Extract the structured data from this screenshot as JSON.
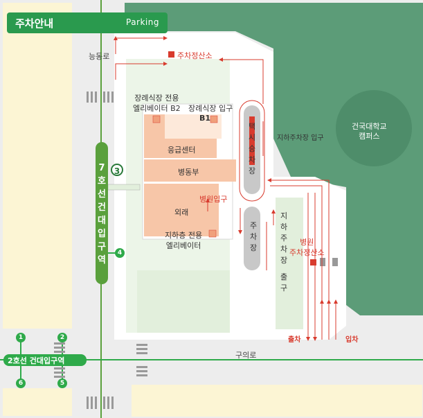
{
  "header": {
    "title": "주차안내",
    "subtitle": "Parking"
  },
  "roads": {
    "north": "능동로",
    "south": "구의로"
  },
  "subway": {
    "line7_station": "7호선 건대입구역",
    "line7_exit_big": "3",
    "line7_exit_small": "4",
    "line2_station": "2호선 건대입구역",
    "line2_exits": [
      "1",
      "2",
      "6",
      "5"
    ]
  },
  "campus": "건국대학교\n캠퍼스",
  "buildings": {
    "emergency": "응급센터",
    "ward": "병동부",
    "outpatient": "외래",
    "funeral_elevator": "장례식장 전용\n엘리베이터 B2",
    "funeral_entrance": "장례식장 입구",
    "b1": "B1",
    "basement_elevator": "지하층 전용\n엘리베이터"
  },
  "labels": {
    "parking_office_top": "주차정산소",
    "hospital_entrance": "병원입구",
    "taxi_stand": "택시승차장",
    "underground_entrance": "지하주차장 입구",
    "parking_lot": "주차장",
    "underground_exit": "지하주차장",
    "exit_word": "출구",
    "hospital_office": "병원\n주차정산소",
    "out": "출차",
    "in": "입차"
  },
  "colors": {
    "green": "#2a9a4e",
    "red": "#d83b2e",
    "building": "#f7c6a8",
    "campus": "#5c9c78"
  }
}
